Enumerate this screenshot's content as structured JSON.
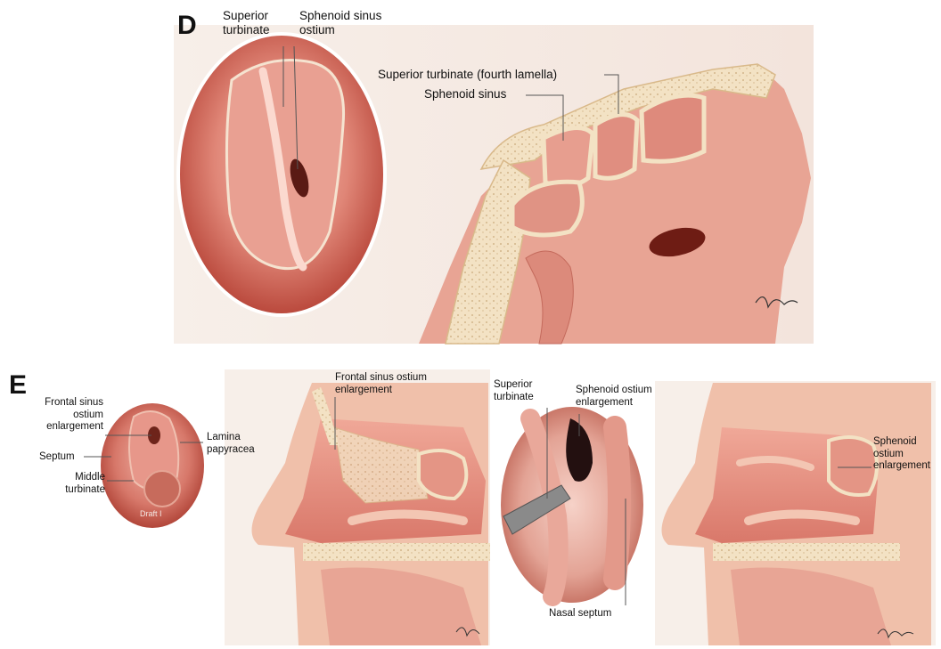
{
  "panel_d": {
    "letter": "D",
    "inset_labels": {
      "superior_turbinate": [
        "Superior",
        "turbinate"
      ],
      "sphenoid_sinus_ostium": [
        "Sphenoid sinus",
        "ostium"
      ]
    },
    "sagittal_labels": {
      "superior_turbinate_fourth_lamella": "Superior turbinate (fourth lamella)",
      "sphenoid_sinus": "Sphenoid sinus"
    }
  },
  "panel_e": {
    "letter": "E",
    "endoscopic_frontal_labels": {
      "frontal_sinus_ostium_enlargement": [
        "Frontal sinus",
        "ostium",
        "enlargement"
      ],
      "lamina_papyracea": [
        "Lamina",
        "papyracea"
      ],
      "septum": "Septum",
      "middle_turbinate": [
        "Middle",
        "turbinate"
      ],
      "draft_label": "Draft I"
    },
    "sagittal_frontal_labels": {
      "frontal_sinus_ostium_enlargement": [
        "Frontal sinus ostium",
        "enlargement"
      ]
    },
    "endoscopic_sphenoid_labels": {
      "superior_turbinate": [
        "Superior",
        "turbinate"
      ],
      "sphenoid_ostium_enlargement": [
        "Sphenoid ostium",
        "enlargement"
      ],
      "nasal_septum": "Nasal septum"
    },
    "sagittal_sphenoid_labels": {
      "sphenoid_ostium_enlargement": [
        "Sphenoid",
        "ostium",
        "enlargement"
      ]
    }
  },
  "colors": {
    "mucosa": "#e89a8c",
    "mucosa_dark": "#c9584a",
    "bone": "#f3e2c4",
    "skin": "#f2c0a8",
    "background_panel": "#f6f3f1"
  }
}
